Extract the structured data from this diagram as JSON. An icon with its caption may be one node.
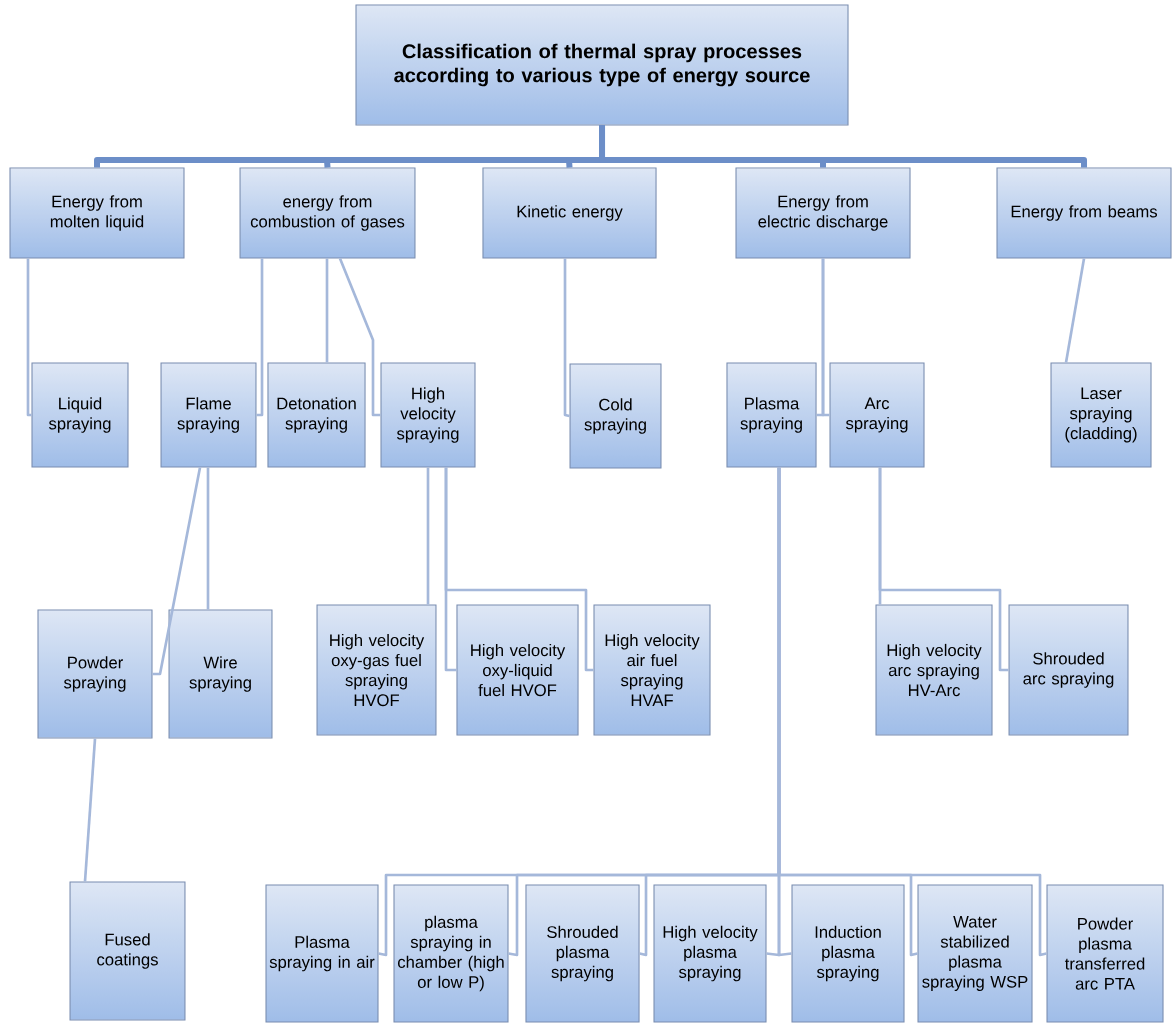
{
  "diagram": {
    "nodes": [
      {
        "text": [
          "Classification of thermal spray processes according to various type of energy source"
        ]
      },
      {
        "text": [
          "Energy from molten liquid"
        ]
      },
      {
        "text": [
          "energy from combustion of gases"
        ]
      },
      {
        "text": [
          "Kinetic energy"
        ]
      },
      {
        "text": [
          "Energy from electric discharge"
        ]
      },
      {
        "text": [
          "Energy from beams"
        ]
      },
      {
        "text": [
          "Liquid spraying"
        ]
      },
      {
        "text": [
          "Flame spraying"
        ]
      },
      {
        "text": [
          "Detonation spraying"
        ]
      },
      {
        "text": [
          "High velocity spraying"
        ]
      },
      {
        "text": [
          "Cold spraying"
        ]
      },
      {
        "text": [
          "Plasma spraying"
        ]
      },
      {
        "text": [
          "Arc spraying"
        ]
      },
      {
        "text": [
          "Laser spraying (cladding)"
        ]
      },
      {
        "text": [
          "Powder spraying"
        ]
      },
      {
        "text": [
          "Wire spraying"
        ]
      },
      {
        "text": [
          "High velocity oxy-gas fuel spraying HVOF"
        ]
      },
      {
        "text": [
          "High velocity oxy-liquid fuel HVOF"
        ]
      },
      {
        "text": [
          "High velocity air fuel spraying HVAF"
        ]
      },
      {
        "text": [
          "High velocity arc spraying HV-Arc"
        ]
      },
      {
        "text": [
          "Shrouded arc spraying"
        ]
      },
      {
        "text": [
          "Fused coatings"
        ]
      },
      {
        "text": [
          "Plasma spraying in air"
        ]
      },
      {
        "text": [
          "plasma spraying in chamber (high or low P)"
        ]
      },
      {
        "text": [
          "Shrouded plasma spraying"
        ]
      },
      {
        "text": [
          "High velocity plasma spraying"
        ]
      },
      {
        "text": [
          "Induction plasma spraying"
        ]
      },
      {
        "text": [
          "Water stabilized plasma spraying WSP"
        ]
      },
      {
        "text": [
          "Powder plasma transferred arc PTA"
        ]
      }
    ],
    "edges": [
      {
        "from": 0,
        "to": 1,
        "arrow": "none",
        "style": "thick"
      },
      {
        "from": 0,
        "to": 2,
        "arrow": "none",
        "style": "thick"
      },
      {
        "from": 0,
        "to": 3,
        "arrow": "none",
        "style": "thick"
      },
      {
        "from": 0,
        "to": 4,
        "arrow": "none",
        "style": "thick"
      },
      {
        "from": 0,
        "to": 5,
        "arrow": "none",
        "style": "thick"
      },
      {
        "from": 1,
        "to": 6,
        "arrow": "none"
      },
      {
        "from": 2,
        "to": 7,
        "arrow": "none"
      },
      {
        "from": 2,
        "to": 8,
        "arrow": "none"
      },
      {
        "from": 2,
        "to": 9,
        "arrow": "none"
      },
      {
        "from": 3,
        "to": 10,
        "arrow": "none"
      },
      {
        "from": 4,
        "to": 11,
        "arrow": "none"
      },
      {
        "from": 4,
        "to": 12,
        "arrow": "none"
      },
      {
        "from": 5,
        "to": 13,
        "arrow": "none"
      },
      {
        "from": 7,
        "to": 14,
        "arrow": "none"
      },
      {
        "from": 7,
        "to": 15,
        "arrow": "none"
      },
      {
        "from": 9,
        "to": 16,
        "arrow": "none"
      },
      {
        "from": 9,
        "to": 17,
        "arrow": "none"
      },
      {
        "from": 9,
        "to": 18,
        "arrow": "none"
      },
      {
        "from": 12,
        "to": 19,
        "arrow": "none"
      },
      {
        "from": 12,
        "to": 20,
        "arrow": "none"
      },
      {
        "from": 14,
        "to": 21,
        "arrow": "none"
      },
      {
        "from": 11,
        "to": 22,
        "arrow": "none"
      },
      {
        "from": 11,
        "to": 23,
        "arrow": "none"
      },
      {
        "from": 11,
        "to": 24,
        "arrow": "none"
      },
      {
        "from": 11,
        "to": 25,
        "arrow": "none"
      },
      {
        "from": 11,
        "to": 26,
        "arrow": "none"
      },
      {
        "from": 11,
        "to": 27,
        "arrow": "none"
      },
      {
        "from": 11,
        "to": 28,
        "arrow": "none"
      }
    ]
  }
}
